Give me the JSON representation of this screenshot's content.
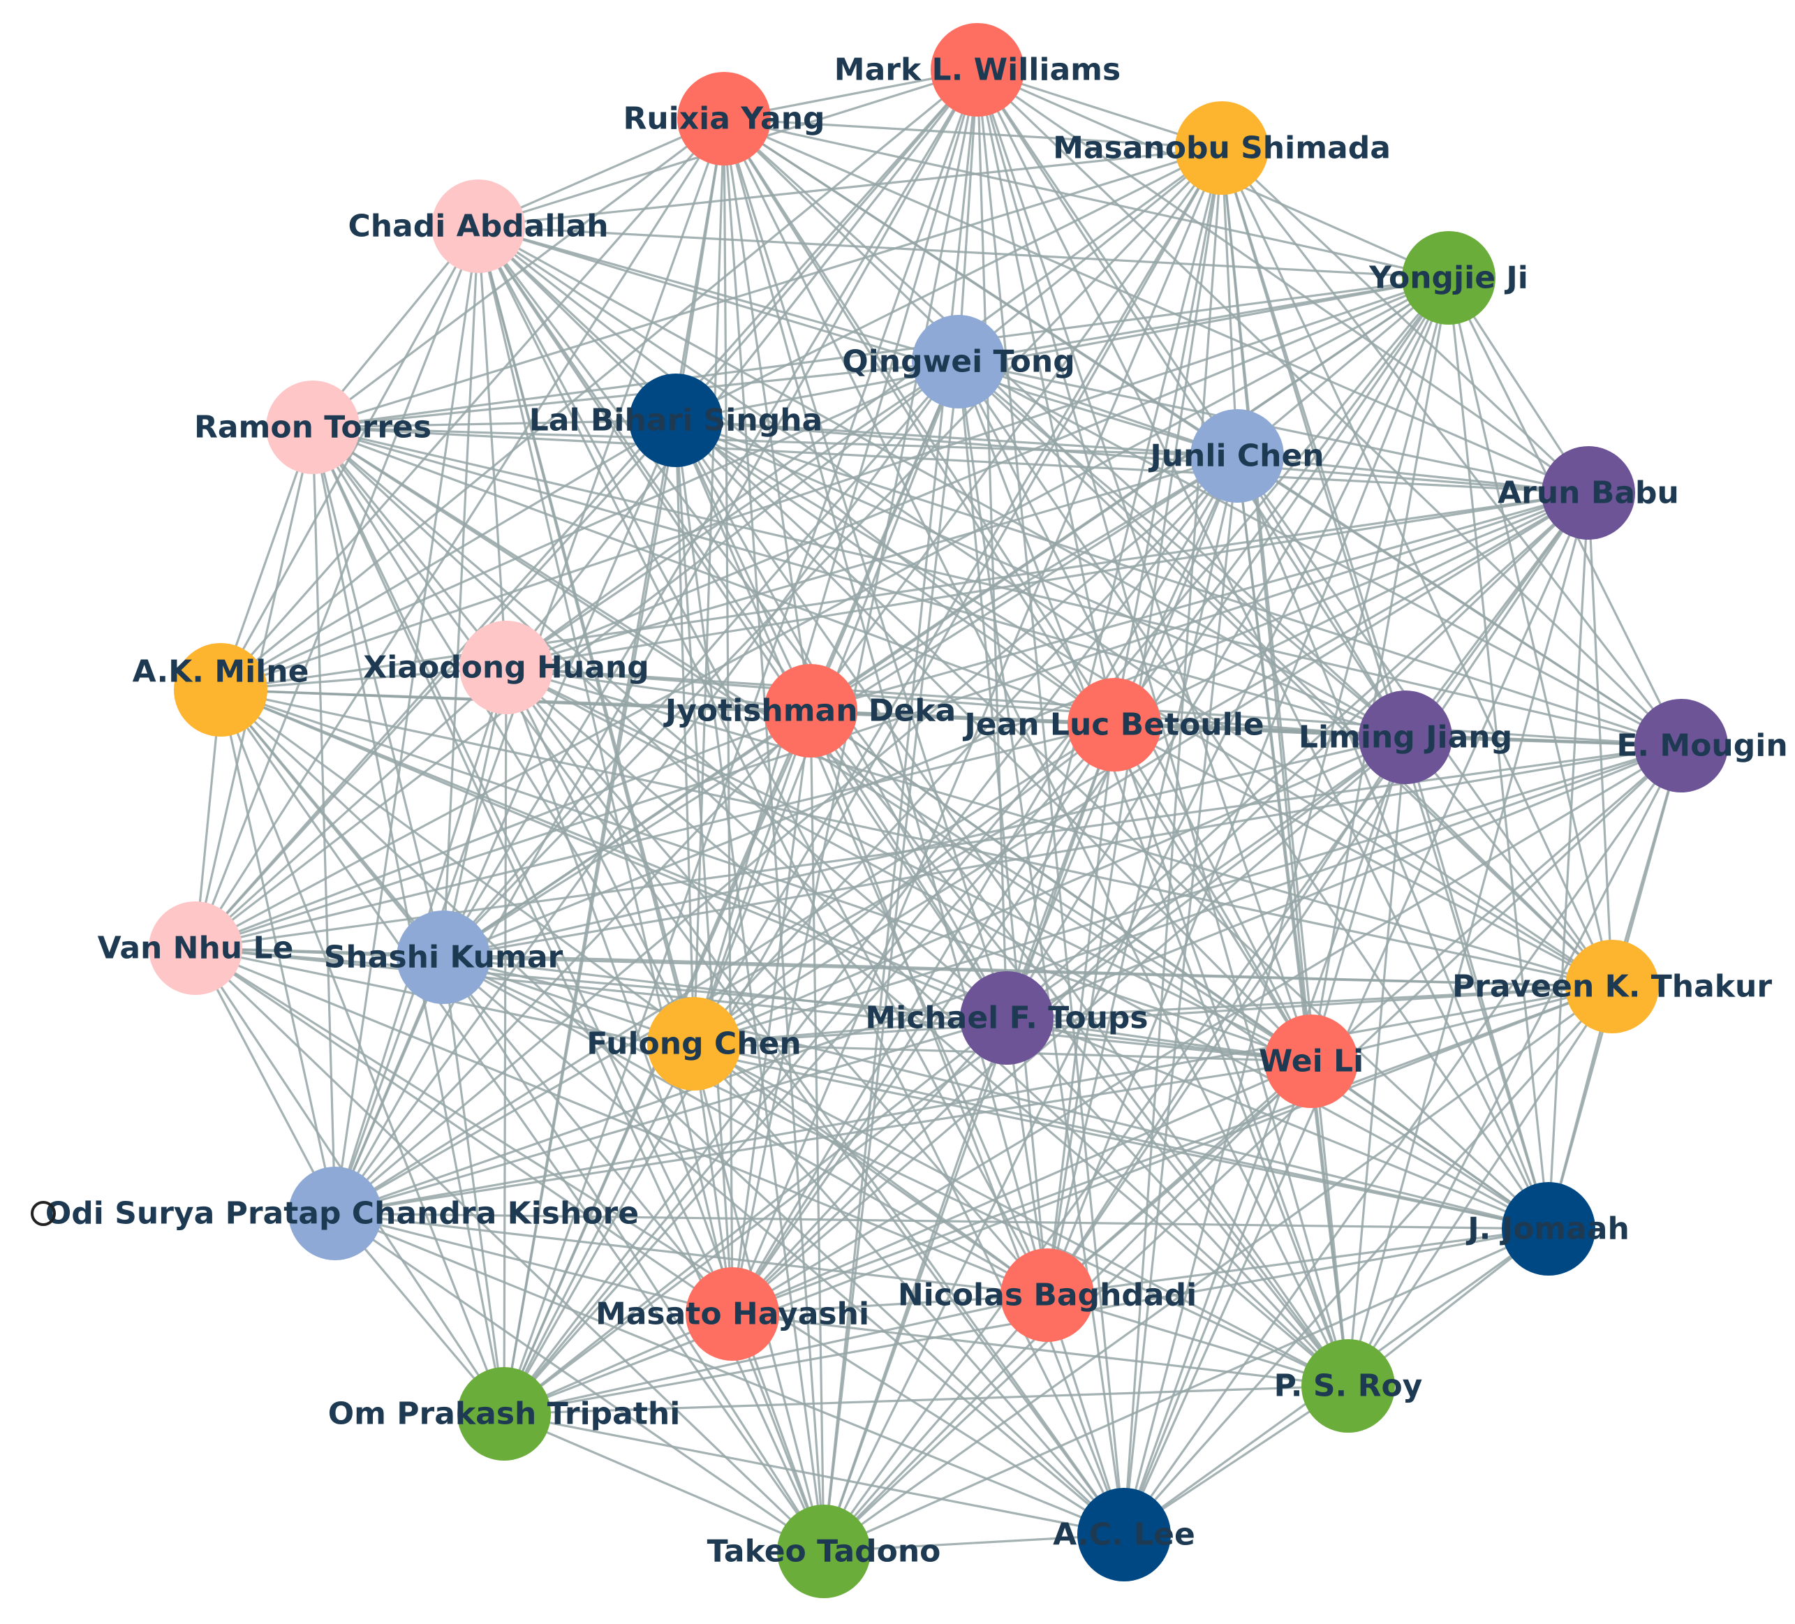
{
  "diagram": {
    "type": "network-graph",
    "colors": {
      "coral": "#ff6f61",
      "orange": "#fdb42f",
      "green": "#6aad3a",
      "lightblue": "#8ea9d6",
      "navy": "#004884",
      "purple": "#6c5497",
      "pink": "#ffc6c8",
      "edge": "#95a5a6",
      "label": "#1e3a52"
    },
    "nodes": [
      {
        "id": "mark",
        "label": "Mark L. Williams",
        "color": "coral"
      },
      {
        "id": "ruixia",
        "label": "Ruixia Yang",
        "color": "coral"
      },
      {
        "id": "masanobu",
        "label": "Masanobu Shimada",
        "color": "orange"
      },
      {
        "id": "chadi",
        "label": "Chadi Abdallah",
        "color": "pink"
      },
      {
        "id": "yongjie",
        "label": "Yongjie Ji",
        "color": "green"
      },
      {
        "id": "qingwei",
        "label": "Qingwei Tong",
        "color": "lightblue"
      },
      {
        "id": "ramon",
        "label": "Ramon Torres",
        "color": "pink"
      },
      {
        "id": "lal",
        "label": "Lal Bihari Singha",
        "color": "navy"
      },
      {
        "id": "junli",
        "label": "Junli Chen",
        "color": "lightblue"
      },
      {
        "id": "arun",
        "label": "Arun Babu",
        "color": "purple"
      },
      {
        "id": "akmilne",
        "label": "A.K. Milne",
        "color": "orange"
      },
      {
        "id": "xiaodong",
        "label": "Xiaodong Huang",
        "color": "pink"
      },
      {
        "id": "jyotishman",
        "label": "Jyotishman Deka",
        "color": "coral"
      },
      {
        "id": "jeanluc",
        "label": "Jean Luc Betoulle",
        "color": "coral"
      },
      {
        "id": "liming",
        "label": "Liming Jiang",
        "color": "purple"
      },
      {
        "id": "mougin",
        "label": "E. Mougin",
        "color": "purple"
      },
      {
        "id": "vannhu",
        "label": "Van Nhu Le",
        "color": "pink"
      },
      {
        "id": "shashi",
        "label": "Shashi Kumar",
        "color": "lightblue"
      },
      {
        "id": "praveen",
        "label": "Praveen K. Thakur",
        "color": "orange"
      },
      {
        "id": "michael",
        "label": "Michael F. Toups",
        "color": "purple"
      },
      {
        "id": "fulong",
        "label": "Fulong Chen",
        "color": "orange"
      },
      {
        "id": "weili",
        "label": "Wei Li",
        "color": "coral"
      },
      {
        "id": "odisurya",
        "label": "Odi Surya Pratap Chandra Kishore",
        "color": "lightblue"
      },
      {
        "id": "jomaah",
        "label": "J. Jomaah",
        "color": "navy"
      },
      {
        "id": "nicolas",
        "label": "Nicolas Baghdadi",
        "color": "coral"
      },
      {
        "id": "masato",
        "label": "Masato Hayashi",
        "color": "coral"
      },
      {
        "id": "psroy",
        "label": "P. S. Roy",
        "color": "green"
      },
      {
        "id": "omprakash",
        "label": "Om Prakash Tripathi",
        "color": "green"
      },
      {
        "id": "takeo",
        "label": "Takeo Tadono",
        "color": "green"
      },
      {
        "id": "aclee",
        "label": "A.C. Lee",
        "color": "navy"
      }
    ]
  }
}
